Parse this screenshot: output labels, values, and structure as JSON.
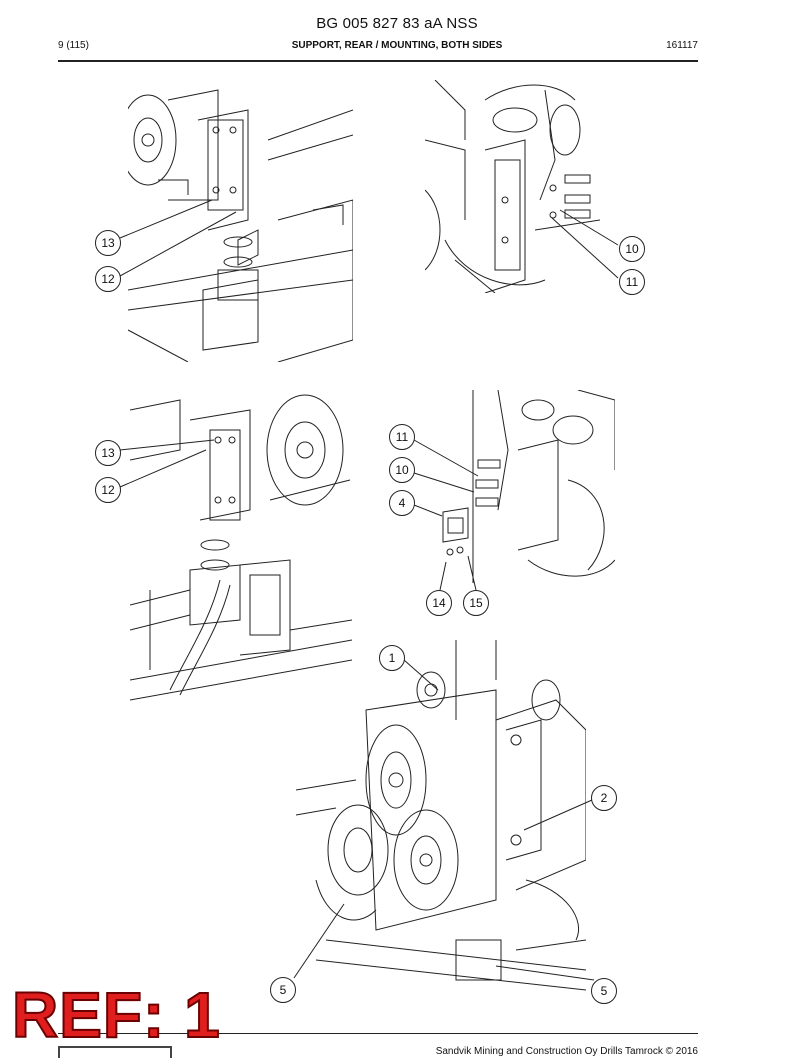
{
  "header": {
    "doc_number": "BG 005 827 83 aA NSS",
    "page": "9 (115)",
    "section_title": "SUPPORT, REAR / MOUNTING, BOTH SIDES",
    "date_code": "161117"
  },
  "footer": {
    "copyright": "Sandvik Mining and Construction Oy Drills Tamrock © 2016",
    "ref_stamp": "REF: 1"
  },
  "callouts": {
    "p1_a": "13",
    "p1_b": "12",
    "p2_a": "10",
    "p2_b": "11",
    "p3_a": "13",
    "p3_b": "12",
    "p4_a": "11",
    "p4_b": "10",
    "p4_c": "4",
    "p4_d": "14",
    "p4_e": "15",
    "p5_a": "1",
    "p5_b": "2",
    "p5_c": "5",
    "p5_d": "5"
  }
}
